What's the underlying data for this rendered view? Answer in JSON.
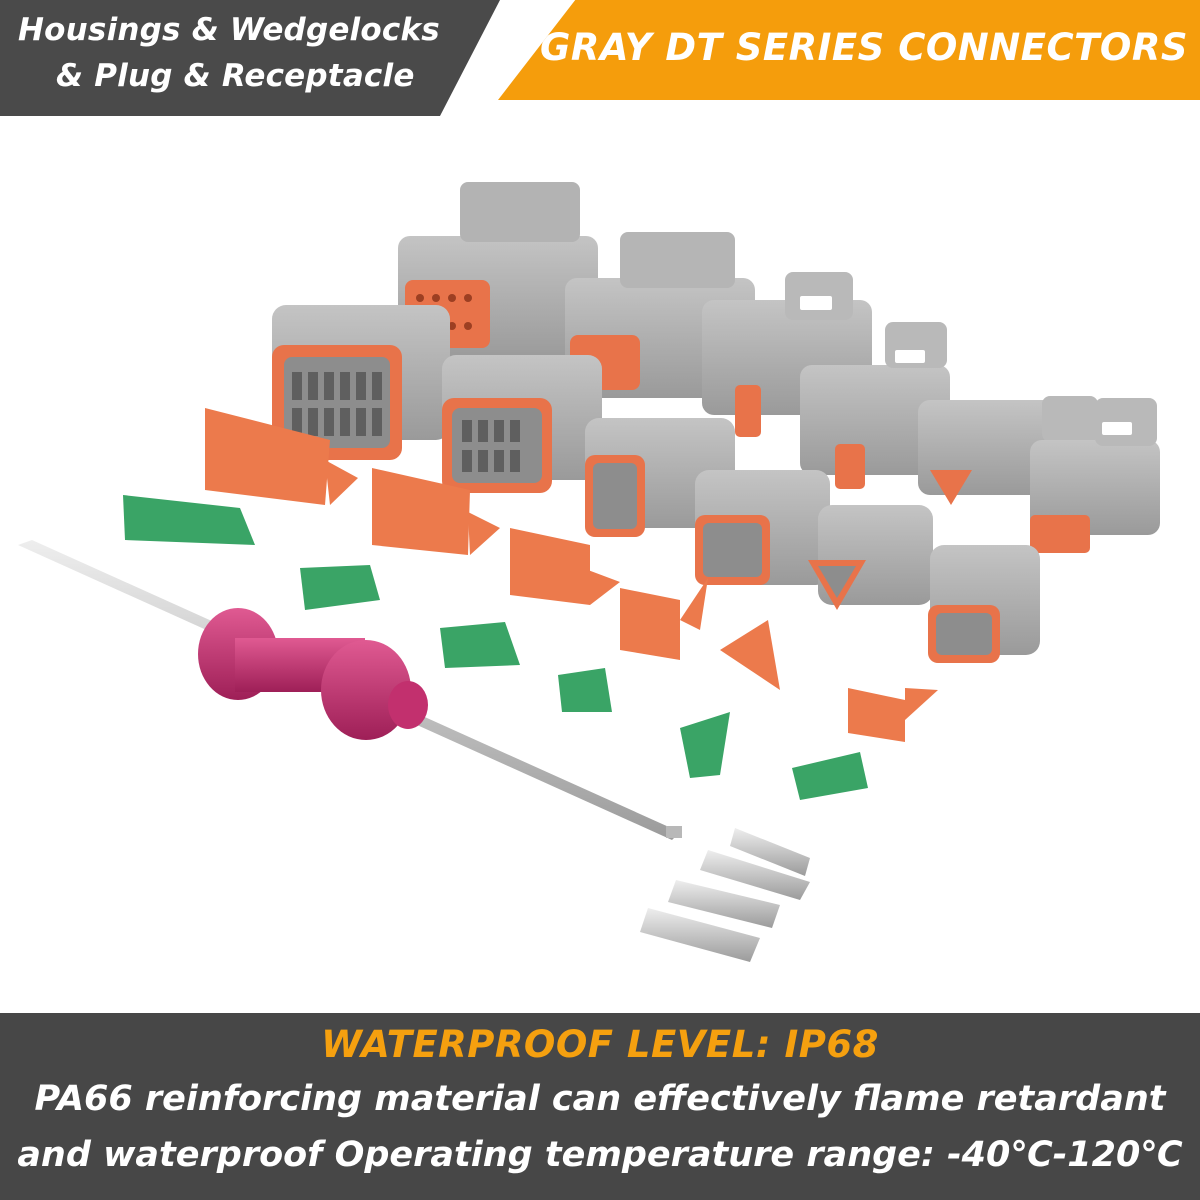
{
  "header": {
    "left_line1": "Housings & Wedgelocks",
    "left_line2": "& Plug & Receptacle",
    "right_title": "GRAY DT SERIES CONNECTORS"
  },
  "footer": {
    "headline": "WATERPROOF LEVEL: IP68",
    "line1": "PA66 reinforcing material can effectively flame retardant",
    "line2": "and waterproof Operating temperature range: -40℃-120℃"
  },
  "colors": {
    "banner_dark": "#4a4a4a",
    "banner_orange": "#f59d0c",
    "connector_gray": "#a9a9a9",
    "seal_orange": "#e8734a",
    "wedgelock_green": "#3aa466",
    "tool_handle_pink": "#c2306e"
  },
  "icons": [
    "connector-housing",
    "wedgelock",
    "removal-tool",
    "crimp-terminal"
  ]
}
